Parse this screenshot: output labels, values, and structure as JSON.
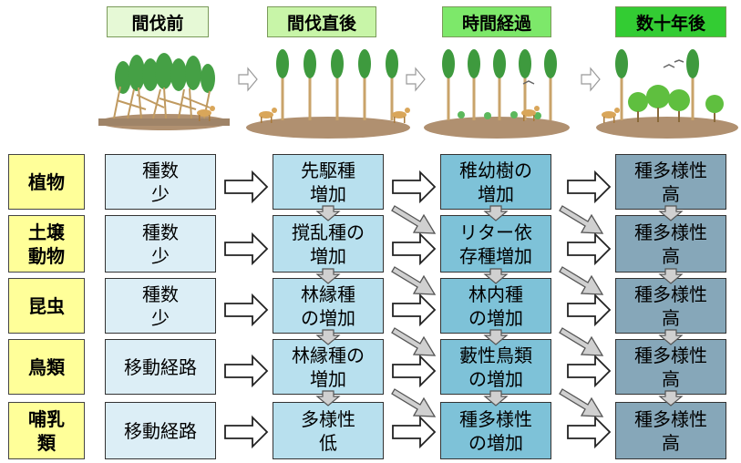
{
  "stages": [
    "間伐前",
    "間伐直後",
    "時間経過",
    "数十年後"
  ],
  "colors": {
    "stage_bg": [
      "#e6f9d6",
      "#c8f5a8",
      "#7de86a",
      "#33cc33"
    ],
    "category_bg": "#ffff99",
    "arrow_fill": "#d0d0d0"
  },
  "rows": [
    {
      "category": "植物",
      "cells": [
        "種数\n少",
        "先駆種\n増加",
        "稚幼樹の\n増加",
        "種多様性\n高"
      ]
    },
    {
      "category": "土壌\n動物",
      "cells": [
        "種数\n少",
        "撹乱種の\n増加",
        "リター依\n存種増加",
        "種多様性\n高"
      ]
    },
    {
      "category": "昆虫",
      "cells": [
        "種数\n少",
        "林縁種\nの増加",
        "林内種\nの増加",
        "種多様性\n高"
      ]
    },
    {
      "category": "鳥類",
      "cells": [
        "移動経路",
        "林縁種の\n増加",
        "藪性鳥類\nの増加",
        "種多様性\n高"
      ]
    },
    {
      "category": "哺乳\n類",
      "cells": [
        "移動経路",
        "多様性\n低",
        "種多様性\nの増加",
        "種多様性\n高"
      ]
    }
  ]
}
